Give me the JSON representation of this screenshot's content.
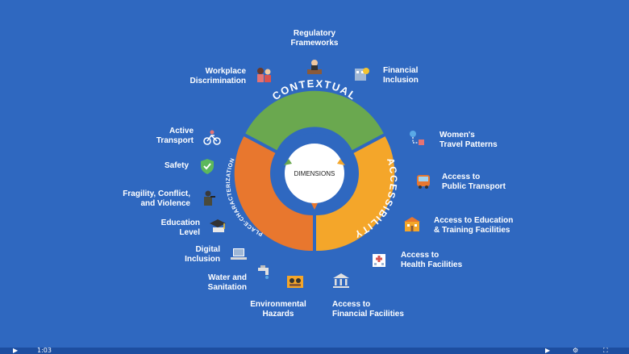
{
  "segments": {
    "contextual": {
      "label": "CONTEXTUAL",
      "color": "#6aa84f"
    },
    "accessibility": {
      "label": "ACCESSIBILITY",
      "color": "#f4a62a"
    },
    "place": {
      "label": "PLACE-CHARACTERIZATION",
      "color": "#e8772e"
    }
  },
  "center": {
    "label": "DIMENSIONS"
  },
  "items": {
    "regulatory": "Regulatory\nFrameworks",
    "financial_inclusion": "Financial\nInclusion",
    "workplace": "Workplace\nDiscrimination",
    "womens_travel": "Women's\nTravel Patterns",
    "active_transport": "Active\nTransport",
    "public_transport": "Access to\nPublic Transport",
    "safety": "Safety",
    "fragility": "Fragility, Conflict,\nand Violence",
    "education_facilities": "Access to Education\n& Training Facilities",
    "education_level": "Education\nLevel",
    "digital": "Digital\nInclusion",
    "health": "Access to\nHealth Facilities",
    "water": "Water and\nSanitation",
    "environmental": "Environmental\nHazards",
    "financial_facilities": "Access to\nFinancial Facilities"
  },
  "player": {
    "time": "1:03"
  }
}
